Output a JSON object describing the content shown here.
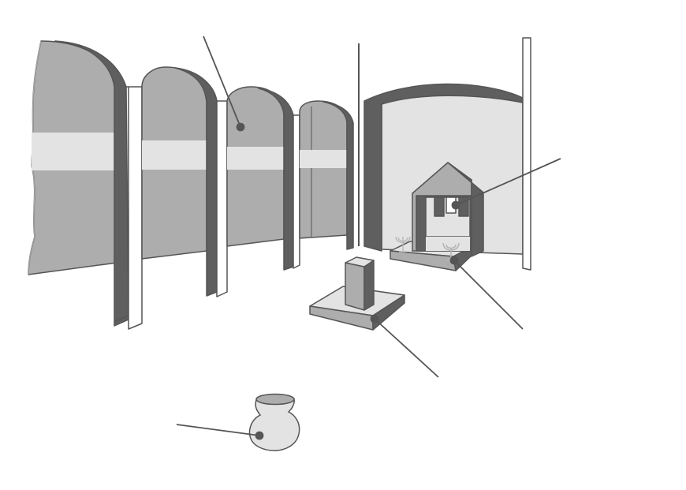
{
  "diagram": {
    "colors": {
      "background": "#ffffff",
      "light": "#e3e3e3",
      "mid": "#adadad",
      "dark": "#5f5f5f",
      "stroke": "#555555",
      "leader": "#555555"
    },
    "callouts": [
      {
        "name": "arch-niche-callout"
      },
      {
        "name": "torah-shrine-callout"
      },
      {
        "name": "bema-platform-callout"
      },
      {
        "name": "pedestal-base-callout"
      },
      {
        "name": "jar-callout"
      }
    ]
  }
}
